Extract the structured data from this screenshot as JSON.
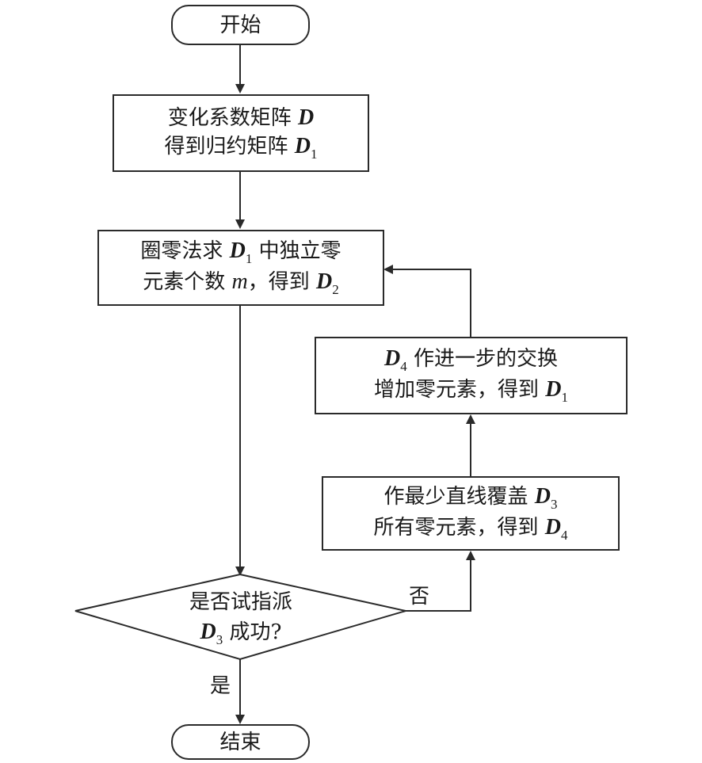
{
  "nodes": {
    "start": {
      "label": "开始"
    },
    "step1": {
      "line1": "变化系数矩阵",
      "line1_var": "D",
      "line2": "得到归约矩阵",
      "line2_var": "D",
      "line2_sub": "1"
    },
    "step2": {
      "l1_pre": "圈零法求",
      "l1_var": "D",
      "l1_sub": "1",
      "l1_post": "中独立零",
      "l2_pre": "元素个数",
      "l2_ivar": "m",
      "l2_mid": "，得到",
      "l2_var": "D",
      "l2_sub": "2"
    },
    "step3": {
      "l1_var": "D",
      "l1_sub": "4",
      "l1_post": "作进一步的交换",
      "l2_pre": "增加零元素，得到",
      "l2_var": "D",
      "l2_sub": "1"
    },
    "step4": {
      "l1_pre": "作最少直线覆盖",
      "l1_var": "D",
      "l1_sub": "3",
      "l2_pre": "所有零元素，得到",
      "l2_var": "D",
      "l2_sub": "4"
    },
    "decision": {
      "line1": "是否试指派",
      "l2_var": "D",
      "l2_sub": "3",
      "l2_post": "成功?"
    },
    "end": {
      "label": "结束"
    }
  },
  "edge_labels": {
    "no": "否",
    "yes": "是"
  },
  "colors": {
    "stroke": "#2a2a2a",
    "text": "#1a1a1a",
    "background": "#ffffff"
  }
}
